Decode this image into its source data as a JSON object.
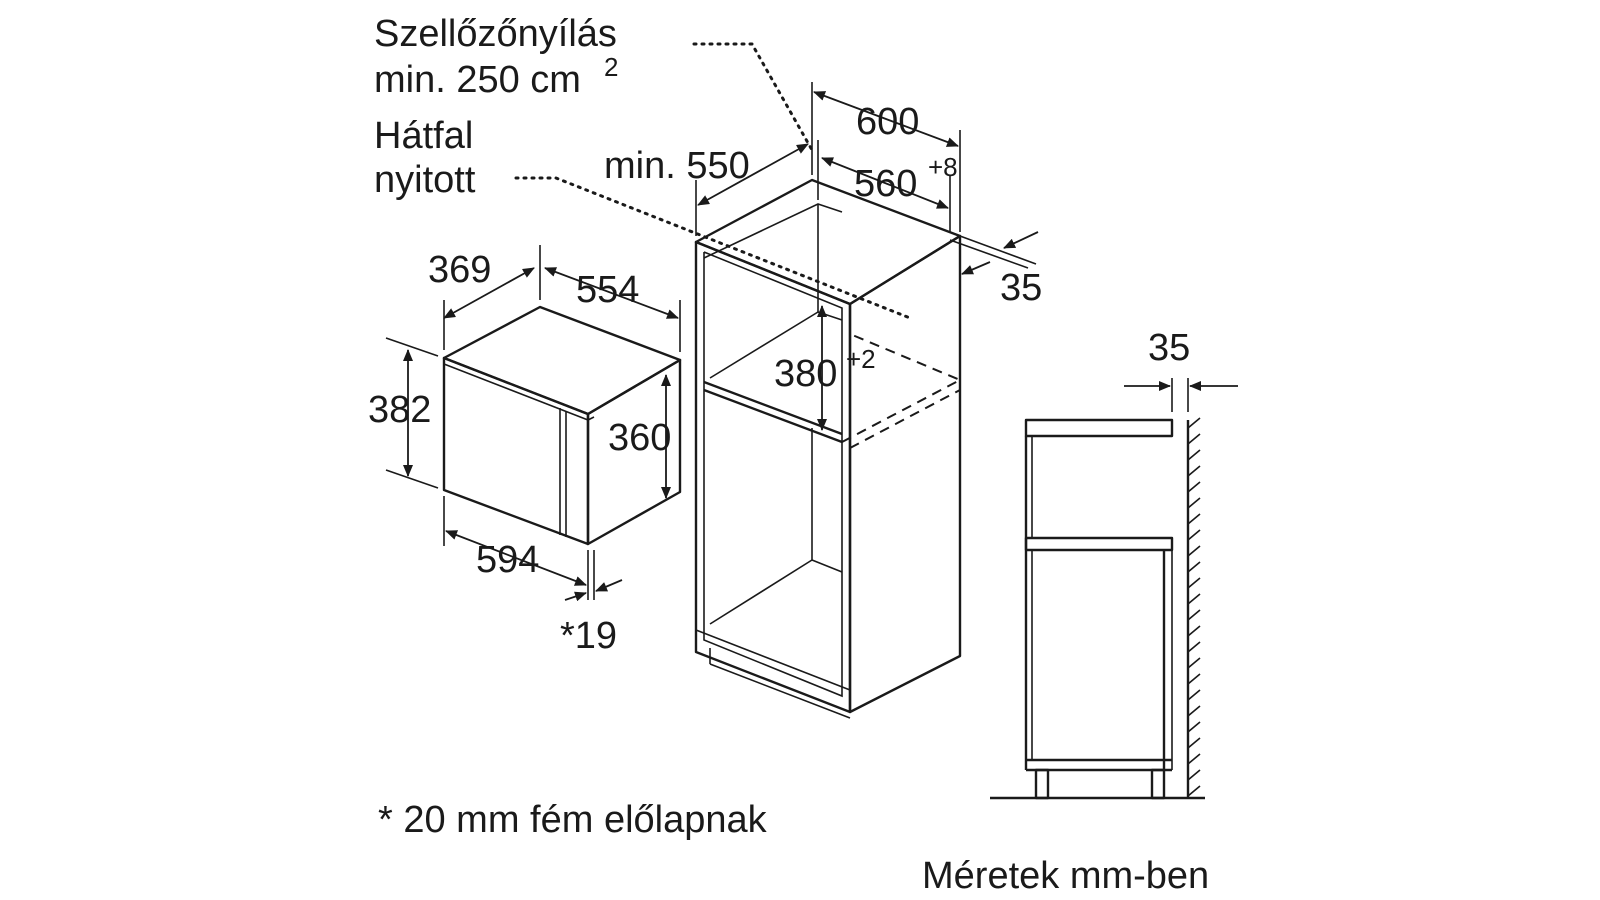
{
  "labels": {
    "vent_line1": "Szellőzőnyílás",
    "vent_line2": "min. 250 cm",
    "vent_sup": "2",
    "back_line1": "Hátfal",
    "back_line2": "nyitott",
    "footnote": "* 20 mm fém előlapnak",
    "units": "Méretek mm-ben"
  },
  "appliance": {
    "depth_dim": "369",
    "width_dim_top": "554",
    "height_dim_outer": "382",
    "height_dim_inner": "360",
    "width_dim_bottom": "594",
    "front_note": "*19"
  },
  "cabinet": {
    "width_dim": "600",
    "depth_dim": "min. 550",
    "niche_width": "560",
    "niche_width_tol": "+8",
    "niche_height": "380",
    "niche_height_tol": "+2",
    "side_offset": "35"
  },
  "side_view": {
    "gap_dim": "35"
  },
  "colors": {
    "line": "#1a1a1a",
    "background": "#ffffff"
  }
}
